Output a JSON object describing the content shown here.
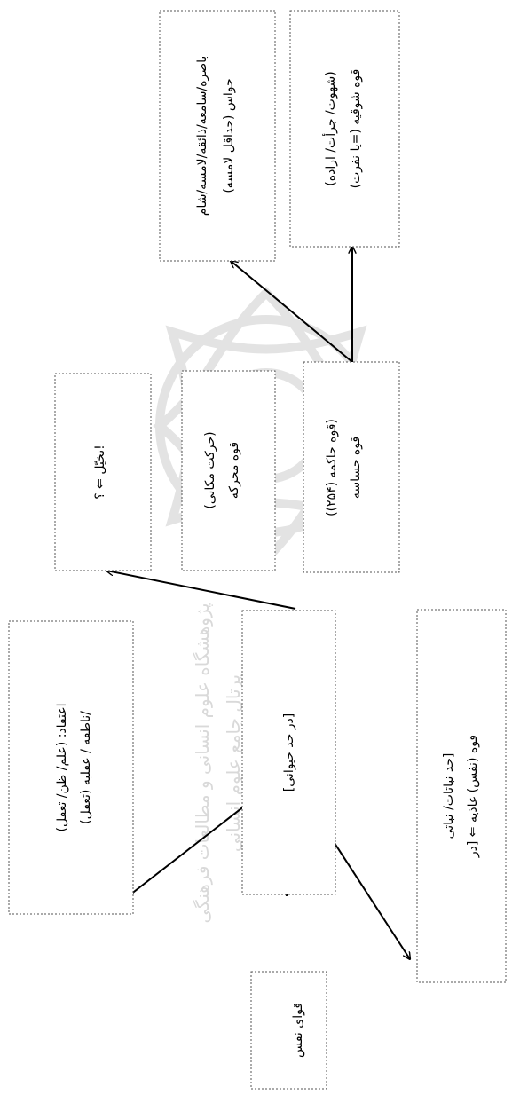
{
  "diagram": {
    "root": "قوای نفس",
    "nabati": [
      "قوه (نفس) غاذیه ⇐ [در",
      "حد نباتات/ نباتی]"
    ],
    "heyvani": "[در حد حیوانی]",
    "nateqe": [
      "ناطقه / عقلیه (تعقل)/",
      "اعتقاد: (علم/ ظن/ تعقل)"
    ],
    "hassase": [
      "قوه حساسه",
      "(قوه حاکمه (۲۵۴))"
    ],
    "moharreke": [
      "قوه محرکه",
      "(حرکت مکانی)"
    ],
    "takhayyol": "تخیّل ⇐ ؟!",
    "shouqie": [
      "قوه شوقیه (=یا نفرت)",
      "(شهوت/ جرأت/ اراده)"
    ],
    "havas": [
      "حواس (حداقل لامسه)",
      "باصره/سامعه/ذائقه/لامسه/شام"
    ]
  },
  "watermark": [
    "پژوهشگاه علوم انسانی و مطالعات فرهنگی",
    "پرتال جامع علوم انسانی"
  ]
}
